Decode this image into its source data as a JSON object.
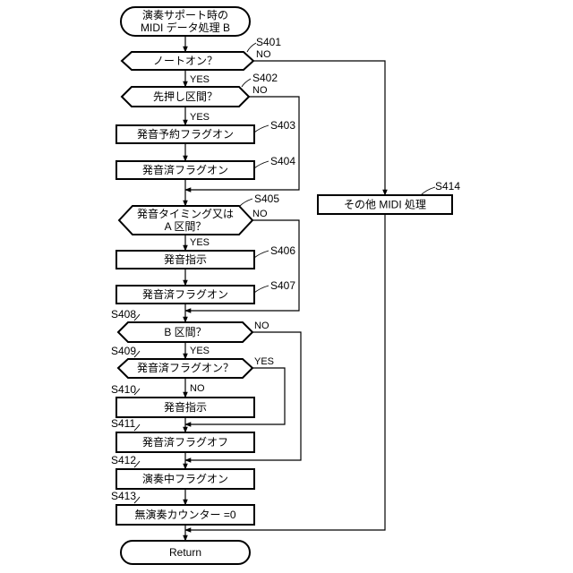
{
  "flowchart": {
    "start": {
      "line1": "演奏サポート時の",
      "line2": "MIDI データ処理 B"
    },
    "end": "Return",
    "branch_labels": {
      "yes": "YES",
      "no": "NO"
    },
    "nodes": {
      "s401": {
        "step": "S401",
        "text": "ノートオン？"
      },
      "s402": {
        "step": "S402",
        "text": "先押し区間？"
      },
      "s403": {
        "step": "S403",
        "text": "発音予約フラグオン"
      },
      "s404": {
        "step": "S404",
        "text": "発音済フラグオン"
      },
      "s405": {
        "step": "S405",
        "line1": "発音タイミング又は",
        "line2": "A 区間？"
      },
      "s406": {
        "step": "S406",
        "text": "発音指示"
      },
      "s407": {
        "step": "S407",
        "text": "発音済フラグオン"
      },
      "s408": {
        "step": "S408",
        "text": "B 区間？"
      },
      "s409": {
        "step": "S409",
        "text": "発音済フラグオン？"
      },
      "s410": {
        "step": "S410",
        "text": "発音指示"
      },
      "s411": {
        "step": "S411",
        "text": "発音済フラグオフ"
      },
      "s412": {
        "step": "S412",
        "text": "演奏中フラグオン"
      },
      "s413": {
        "step": "S413",
        "text": "無演奏カウンター =0"
      },
      "s414": {
        "step": "S414",
        "text": "その他 MIDI 処理"
      }
    }
  }
}
